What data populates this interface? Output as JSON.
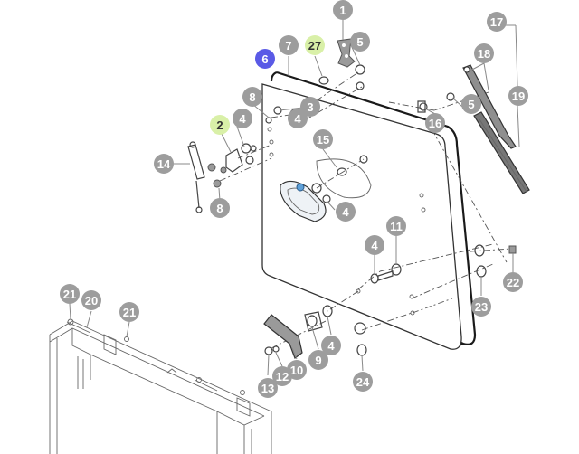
{
  "colors": {
    "callout_default": "#9d9d9d",
    "callout_highlight_blue": "#5a5ae6",
    "callout_highlight_green": "#d9f0a8",
    "callout_text": "#ffffff",
    "callout_text_on_green": "#333333"
  },
  "callouts": [
    {
      "id": "c1",
      "label": "1",
      "style": "default"
    },
    {
      "id": "c7",
      "label": "7",
      "style": "default"
    },
    {
      "id": "c27",
      "label": "27",
      "style": "green"
    },
    {
      "id": "c5a",
      "label": "5",
      "style": "default"
    },
    {
      "id": "c6",
      "label": "6",
      "style": "blue"
    },
    {
      "id": "c8a",
      "label": "8",
      "style": "default"
    },
    {
      "id": "c3",
      "label": "3",
      "style": "default"
    },
    {
      "id": "c4a",
      "label": "4",
      "style": "default"
    },
    {
      "id": "c4b",
      "label": "4",
      "style": "default"
    },
    {
      "id": "c2",
      "label": "2",
      "style": "green"
    },
    {
      "id": "c15",
      "label": "15",
      "style": "default"
    },
    {
      "id": "c14",
      "label": "14",
      "style": "default"
    },
    {
      "id": "c8b",
      "label": "8",
      "style": "default"
    },
    {
      "id": "c4c",
      "label": "4",
      "style": "default"
    },
    {
      "id": "c17",
      "label": "17",
      "style": "default"
    },
    {
      "id": "c18",
      "label": "18",
      "style": "default"
    },
    {
      "id": "c19",
      "label": "19",
      "style": "default"
    },
    {
      "id": "c5b",
      "label": "5",
      "style": "default"
    },
    {
      "id": "c16",
      "label": "16",
      "style": "default"
    },
    {
      "id": "c11",
      "label": "11",
      "style": "default"
    },
    {
      "id": "c4d",
      "label": "4",
      "style": "default"
    },
    {
      "id": "c22",
      "label": "22",
      "style": "default"
    },
    {
      "id": "c23",
      "label": "23",
      "style": "default"
    },
    {
      "id": "c21a",
      "label": "21",
      "style": "default"
    },
    {
      "id": "c20",
      "label": "20",
      "style": "default"
    },
    {
      "id": "c21b",
      "label": "21",
      "style": "default"
    },
    {
      "id": "c4e",
      "label": "4",
      "style": "default"
    },
    {
      "id": "c9",
      "label": "9",
      "style": "default"
    },
    {
      "id": "c10",
      "label": "10",
      "style": "default"
    },
    {
      "id": "c12",
      "label": "12",
      "style": "default"
    },
    {
      "id": "c13",
      "label": "13",
      "style": "default"
    },
    {
      "id": "c24",
      "label": "24",
      "style": "default"
    }
  ]
}
